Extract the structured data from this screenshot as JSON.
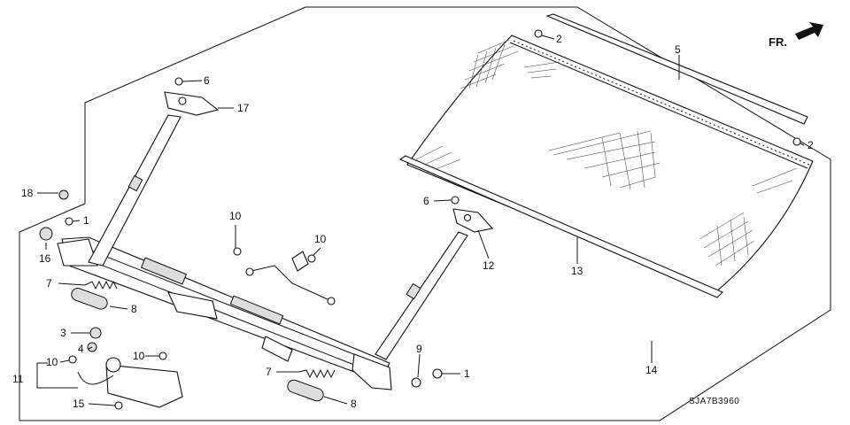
{
  "diagram": {
    "direction_label": "FR.",
    "drawing_code": "SJA7B3960",
    "callouts": [
      {
        "id": "c18",
        "text": "18"
      },
      {
        "id": "c1a",
        "text": "1"
      },
      {
        "id": "c16",
        "text": "16"
      },
      {
        "id": "c6a",
        "text": "6"
      },
      {
        "id": "c17",
        "text": "17"
      },
      {
        "id": "c10a",
        "text": "10"
      },
      {
        "id": "c10b",
        "text": "10"
      },
      {
        "id": "c7a",
        "text": "7"
      },
      {
        "id": "c8a",
        "text": "8"
      },
      {
        "id": "c3",
        "text": "3"
      },
      {
        "id": "c4",
        "text": "4"
      },
      {
        "id": "c10c",
        "text": "10"
      },
      {
        "id": "c10d",
        "text": "10"
      },
      {
        "id": "c11",
        "text": "11"
      },
      {
        "id": "c15",
        "text": "15"
      },
      {
        "id": "c2a",
        "text": "2"
      },
      {
        "id": "c5",
        "text": "5"
      },
      {
        "id": "c2b",
        "text": "2"
      },
      {
        "id": "c6b",
        "text": "6"
      },
      {
        "id": "c12",
        "text": "12"
      },
      {
        "id": "c13",
        "text": "13"
      },
      {
        "id": "c9",
        "text": "9"
      },
      {
        "id": "c1b",
        "text": "1"
      },
      {
        "id": "c7b",
        "text": "7"
      },
      {
        "id": "c8b",
        "text": "8"
      },
      {
        "id": "c14",
        "text": "14"
      }
    ]
  }
}
